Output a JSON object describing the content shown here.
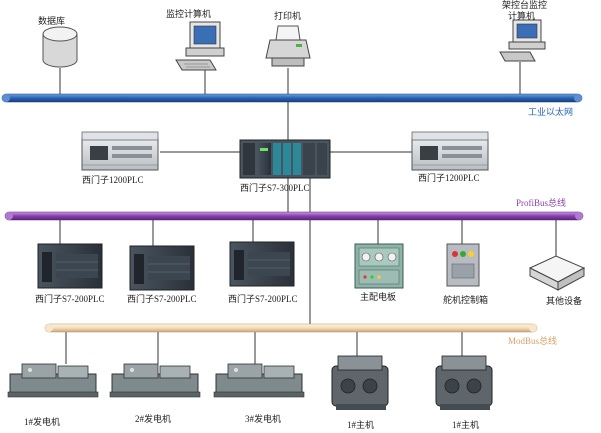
{
  "diagram": {
    "buses": {
      "ethernet": {
        "label": "工业以太网",
        "color": "#2563b8"
      },
      "profibus": {
        "label": "ProfiBus总线",
        "color": "#8e44ad"
      },
      "modbus": {
        "label": "ModBus总线",
        "color": "#d9a06b"
      }
    },
    "nodes": {
      "database": "数据库",
      "monitor_pc": "监控计算机",
      "printer": "打印机",
      "console_pc_line1": "架控台监控",
      "console_pc_line2": "计算机",
      "plc1200_left": "西门子1200PLC",
      "plc300": "西门子S7-300PLC",
      "plc1200_right": "西门子1200PLC",
      "plc200_1": "西门子S7-200PLC",
      "plc200_2": "西门子S7-200PLC",
      "plc200_3": "西门子S7-200PLC",
      "main_switchboard": "主配电板",
      "rudder_control_box": "舵机控制箱",
      "other_equipment": "其他设备",
      "generator_1": "1#发电机",
      "generator_2": "2#发电机",
      "generator_3": "3#发电机",
      "main_engine_1": "1#主机",
      "main_engine_2": "1#主机"
    }
  }
}
